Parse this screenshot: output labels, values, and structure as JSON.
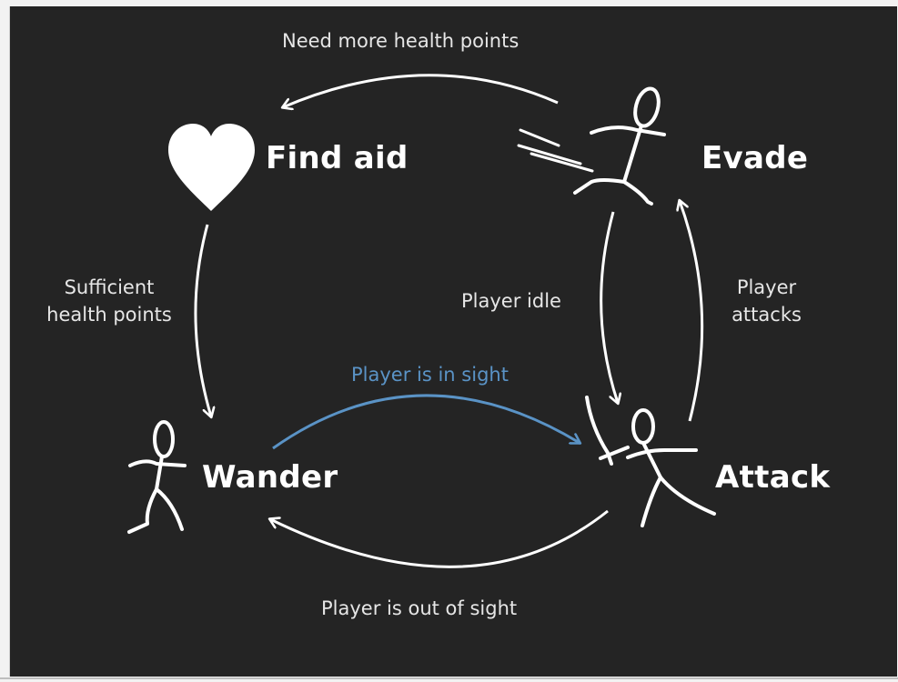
{
  "diagram": {
    "title": "Enemy AI finite state machine",
    "colors": {
      "background": "#242424",
      "foreground": "#ffffff",
      "highlight": "#5a93c6"
    },
    "states": [
      {
        "id": "find_aid",
        "label": "Find aid",
        "icon": "heart-icon"
      },
      {
        "id": "evade",
        "label": "Evade",
        "icon": "running-stick-figure-icon"
      },
      {
        "id": "wander",
        "label": "Wander",
        "icon": "walking-stick-figure-icon"
      },
      {
        "id": "attack",
        "label": "Attack",
        "icon": "sword-stick-figure-icon"
      }
    ],
    "transitions": [
      {
        "from": "evade",
        "to": "find_aid",
        "label": "Need more health points",
        "highlight": false
      },
      {
        "from": "find_aid",
        "to": "wander",
        "label_lines": [
          "Sufficient",
          "health points"
        ],
        "highlight": false
      },
      {
        "from": "wander",
        "to": "attack",
        "label": "Player is in sight",
        "highlight": true
      },
      {
        "from": "attack",
        "to": "wander",
        "label": "Player is out of sight",
        "highlight": false
      },
      {
        "from": "evade",
        "to": "attack",
        "label": "Player idle",
        "highlight": false
      },
      {
        "from": "attack",
        "to": "evade",
        "label_lines": [
          "Player",
          "attacks"
        ],
        "highlight": false
      }
    ]
  }
}
